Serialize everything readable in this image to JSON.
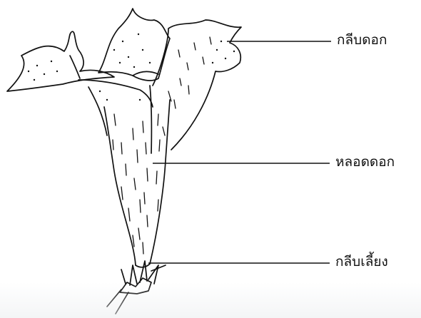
{
  "labels": {
    "petal": "กลีบดอก",
    "corolla_tube": "หลอดดอก",
    "sepal": "กลีบเลี้ยง"
  },
  "colors": {
    "ink": "#111111",
    "background": "#ffffff"
  }
}
